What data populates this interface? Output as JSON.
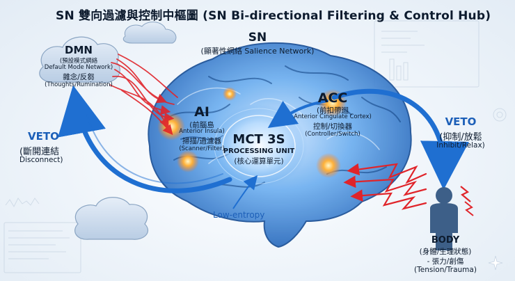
{
  "title": "SN 雙向過濾與控制中樞圖 (SN Bi-directional Filtering & Control Hub)",
  "sn": {
    "name": "SN",
    "zh": "(顯著性網絡",
    "en": "Salience Network)"
  },
  "dmn": {
    "name": "DMN",
    "zh": "(預設模式網絡",
    "en": "Default Mode Network)",
    "desc_zh": "雜念/反芻",
    "desc_en": "(Thoughts/Rumination)"
  },
  "ai": {
    "name": "AI",
    "zh": "(前腦島",
    "en": "Anterior Insula)",
    "role_zh": "掃描/過濾器",
    "role_en": "(Scanner/Filter)"
  },
  "acc": {
    "name": "ACC",
    "zh": "(前扣帶迴",
    "en": "Anterior Cingulate Cortex)",
    "role_zh": "控制/切換器",
    "role_en": "(Controller/Switch)"
  },
  "mct": {
    "name": "MCT 3S",
    "en": "PROCESSING UNIT",
    "zh": "(核心運算單元)"
  },
  "veto_left": {
    "label": "VETO",
    "zh": "(斷開連結",
    "en": "Disconnect)"
  },
  "veto_right": {
    "label": "VETO",
    "zh": "(抑制/放鬆",
    "en": "Inhibit/Relax)"
  },
  "low_entropy": "Low-entropy",
  "body": {
    "name": "BODY",
    "zh": "(身體/生理狀態)",
    "zh2": "- 張力/創傷",
    "en": "(Tension/Trauma)"
  },
  "colors": {
    "arrow_blue": "#1f6fd1",
    "arrow_red": "#e0242a",
    "cloud": "#cfdcec",
    "brain_glow": "#2a7fd8",
    "node_orange": "#ff9a2a"
  }
}
